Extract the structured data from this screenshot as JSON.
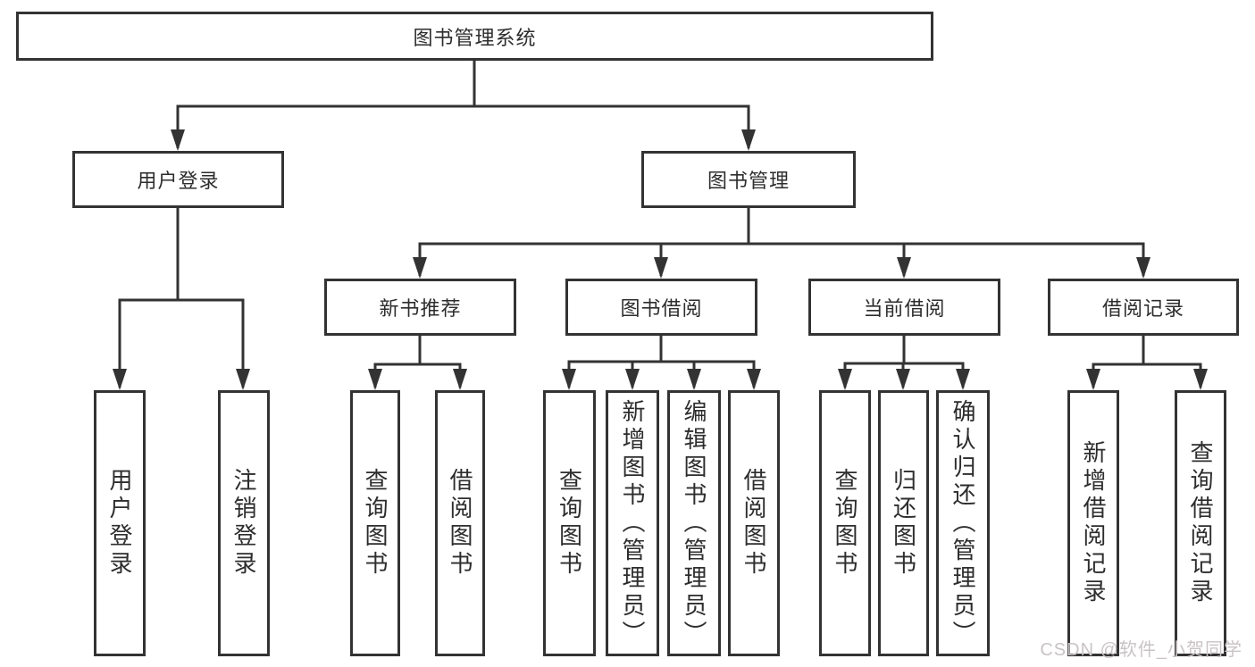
{
  "tree": {
    "root": {
      "label": "图书管理系统"
    },
    "level2": {
      "user_login": {
        "label": "用户登录"
      },
      "book_mgmt": {
        "label": "图书管理"
      }
    },
    "level3": {
      "new_books": {
        "label": "新书推荐"
      },
      "borrowing": {
        "label": "图书借阅"
      },
      "current": {
        "label": "当前借阅"
      },
      "records": {
        "label": "借阅记录"
      }
    },
    "leaves": {
      "user_login": [
        "用户登录",
        "注销登录"
      ],
      "new_books": [
        "查询图书",
        "借阅图书"
      ],
      "borrowing": [
        "查询图书",
        "新增图书（管理员）",
        "编辑图书（管理员）",
        "借阅图书"
      ],
      "current": [
        "查询图书",
        "归还图书",
        "确认归还（管理员）"
      ],
      "records": [
        "新增借阅记录",
        "查询借阅记录"
      ]
    }
  },
  "watermark": {
    "text": "CSDN @软件_小贺同学"
  },
  "colors": {
    "line": "#333333",
    "box_border": "#333333",
    "text": "#2d2d2d",
    "watermark": "#c9c3c5",
    "background": "#ffffff"
  }
}
